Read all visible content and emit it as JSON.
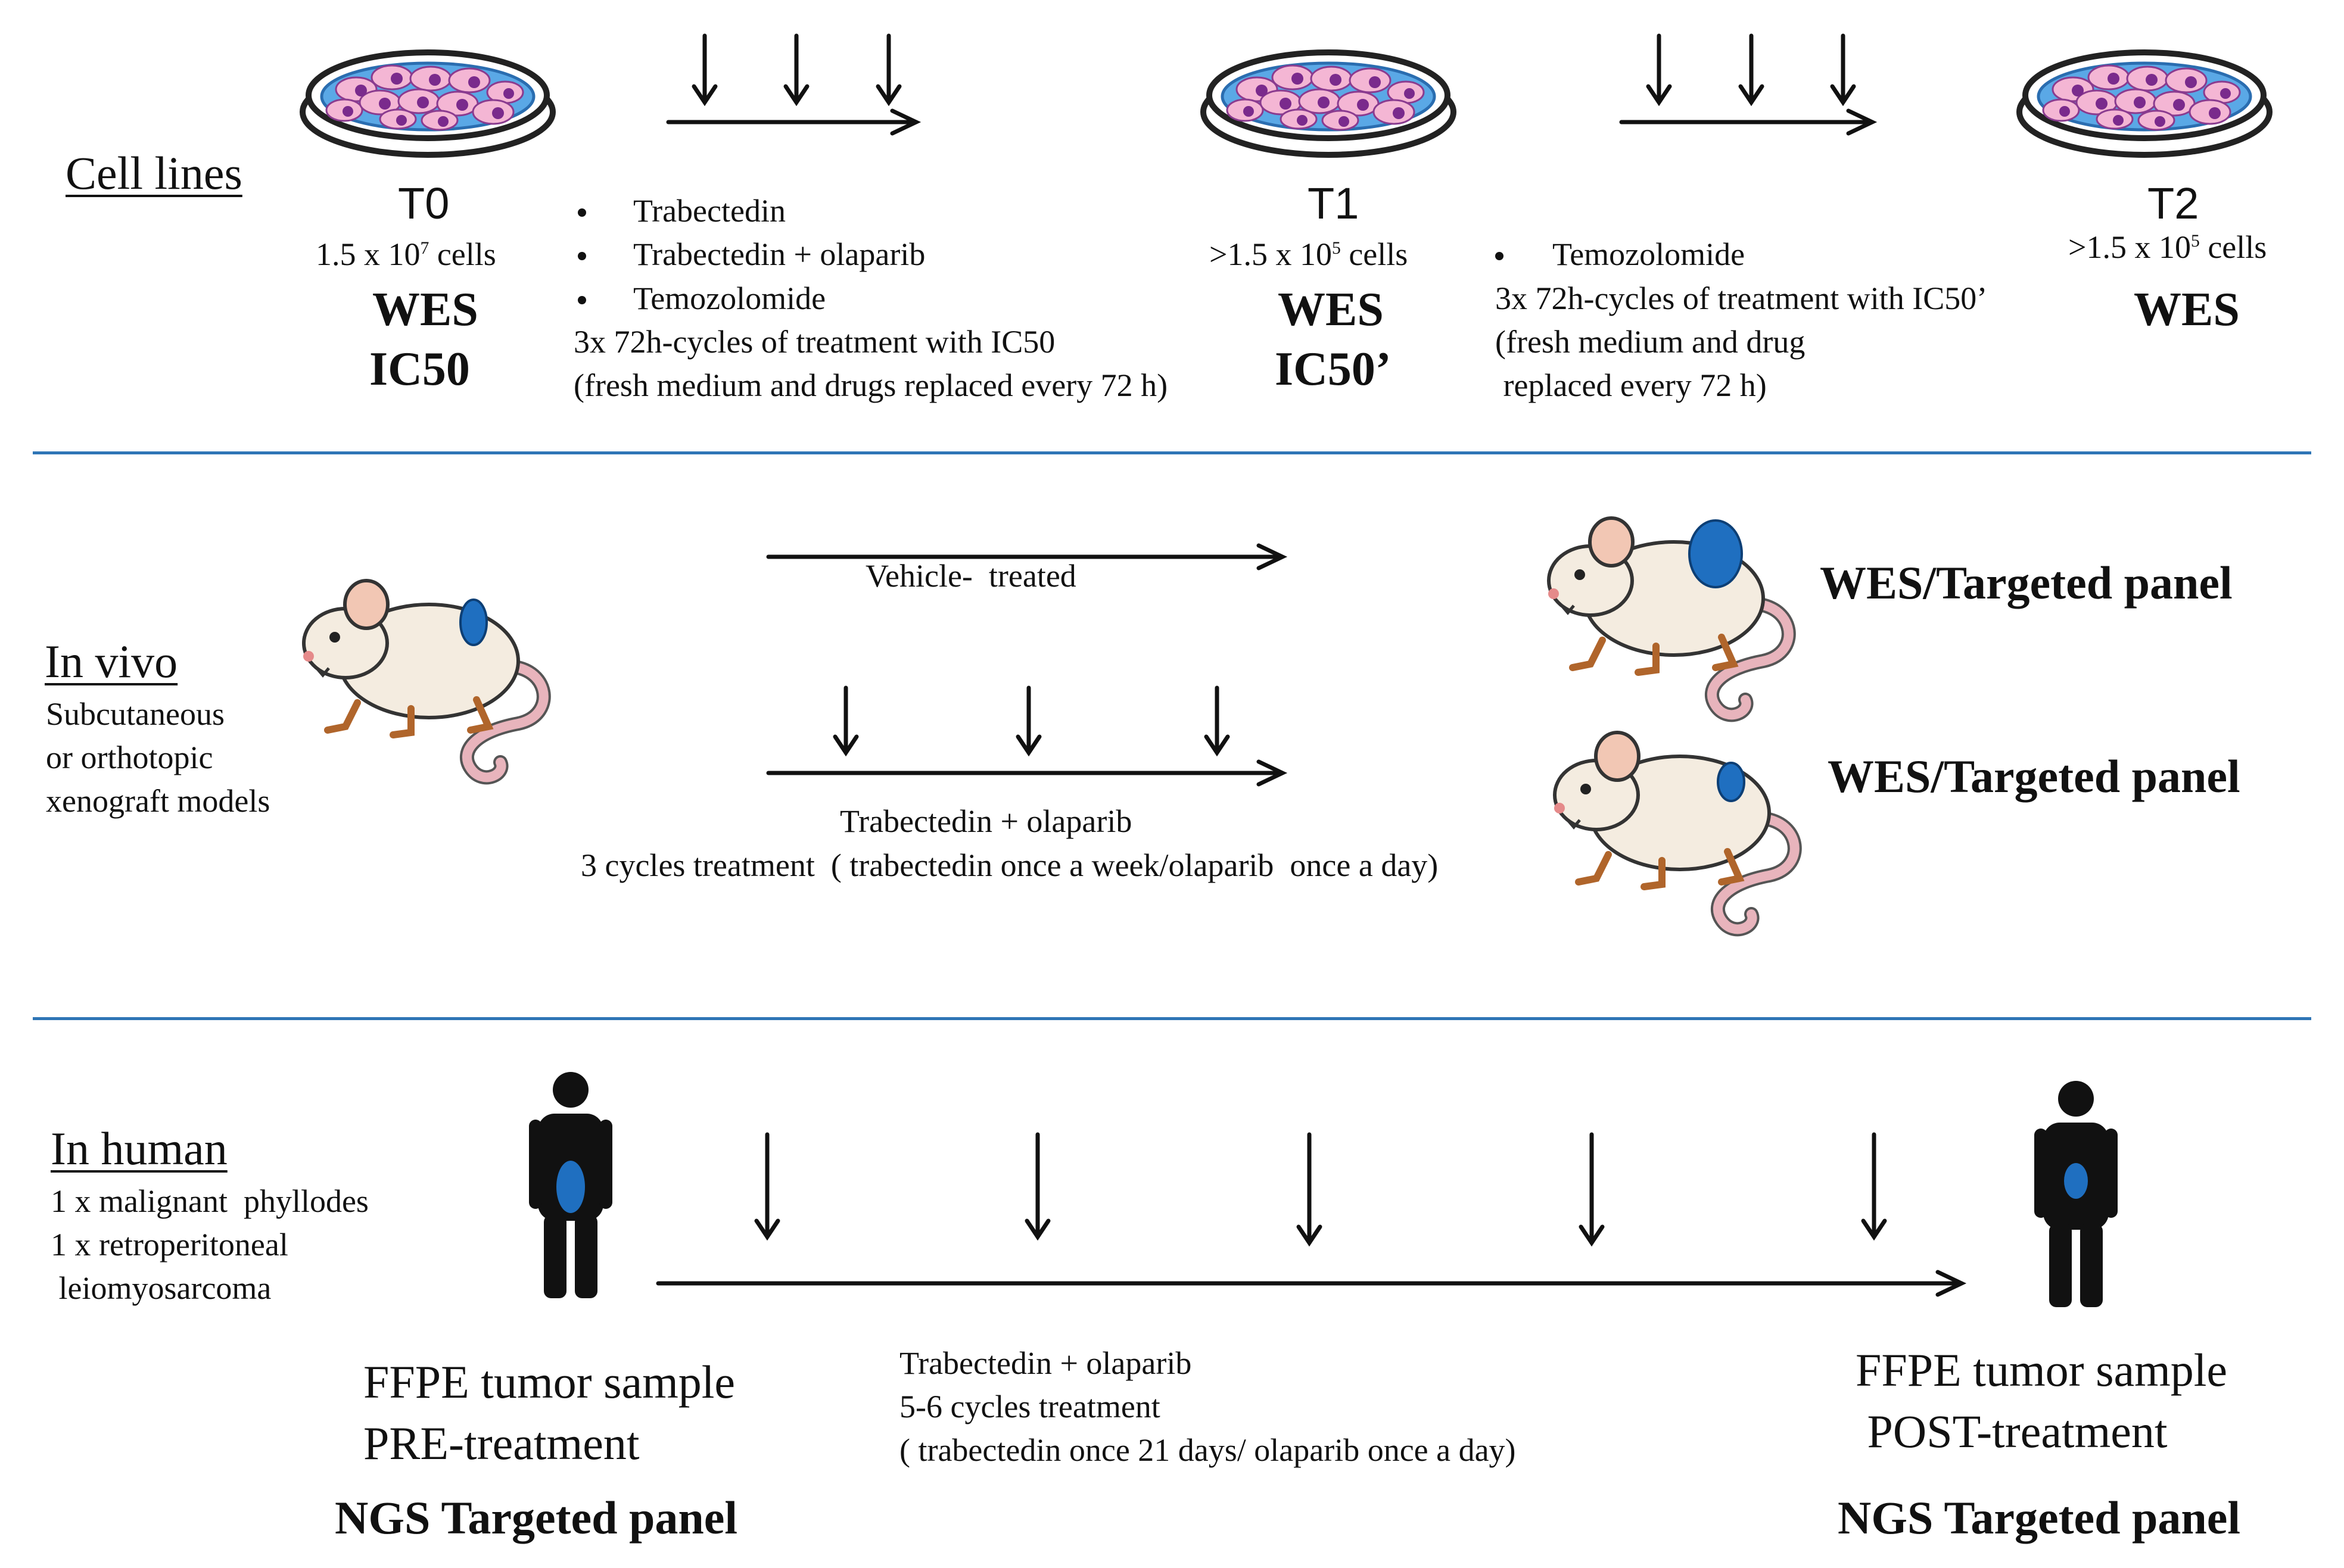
{
  "colors": {
    "separator": "#2e75b6",
    "tumor": "#1f6fc0",
    "dish_rim": "#222222",
    "dish_fill": "#5aa8e6",
    "cell_pink": "#f4b6d4",
    "cell_nucleus": "#7a2a8c"
  },
  "icons": {
    "dish": "petri-dish-icon",
    "mouse": "mouse-icon",
    "human": "human-figure-icon"
  },
  "cell_lines": {
    "heading": "Cell lines",
    "t0": {
      "label": "T0",
      "cells_prefix": "1.5 x 10",
      "cells_exp": "7",
      "cells_suffix": " cells",
      "line1": "WES",
      "line2": "IC50"
    },
    "treatment1": {
      "bullets": [
        "Trabectedin",
        "Trabectedin + olaparib",
        "Temozolomide"
      ],
      "line1": "3x 72h-cycles of treatment with IC50",
      "line2": "(fresh medium and drugs replaced every 72 h)"
    },
    "t1": {
      "label": "T1",
      "cells_prefix": ">1.5 x 10",
      "cells_exp": "5",
      "cells_suffix": " cells",
      "line1": "WES",
      "line2": "IC50’"
    },
    "treatment2": {
      "bullet": "Temozolomide",
      "line1": "3x 72h-cycles of treatment with IC50’",
      "line2": "(fresh medium and drug",
      "line3": " replaced every 72 h)"
    },
    "t2": {
      "label": "T2",
      "cells_prefix": ">1.5 x 10",
      "cells_exp": "5",
      "cells_suffix": " cells",
      "line1": "WES"
    }
  },
  "in_vivo": {
    "heading": "In vivo",
    "desc": [
      "Subcutaneous",
      "or orthotopic",
      "xenograft models"
    ],
    "vehicle_label": "Vehicle-  treated",
    "treat_line1": "Trabectedin + olaparib",
    "treat_line2": "3 cycles treatment  ( trabectedin once a week/olaparib  once a day)",
    "result1": "WES/Targeted panel",
    "result2": "WES/Targeted panel"
  },
  "in_human": {
    "heading": "In human",
    "desc": [
      "1 x malignant  phyllodes",
      "1 x retroperitoneal",
      " leiomyosarcoma"
    ],
    "pre_line1": "FFPE tumor sample",
    "pre_line2": "PRE-treatment",
    "pre_panel": "NGS Targeted panel",
    "treat_line1": "Trabectedin + olaparib",
    "treat_line2": "5-6 cycles treatment",
    "treat_line3": "( trabectedin once 21 days/ olaparib once a day)",
    "post_line1": "FFPE tumor sample",
    "post_line2": " POST-treatment",
    "post_panel": "NGS Targeted panel"
  }
}
